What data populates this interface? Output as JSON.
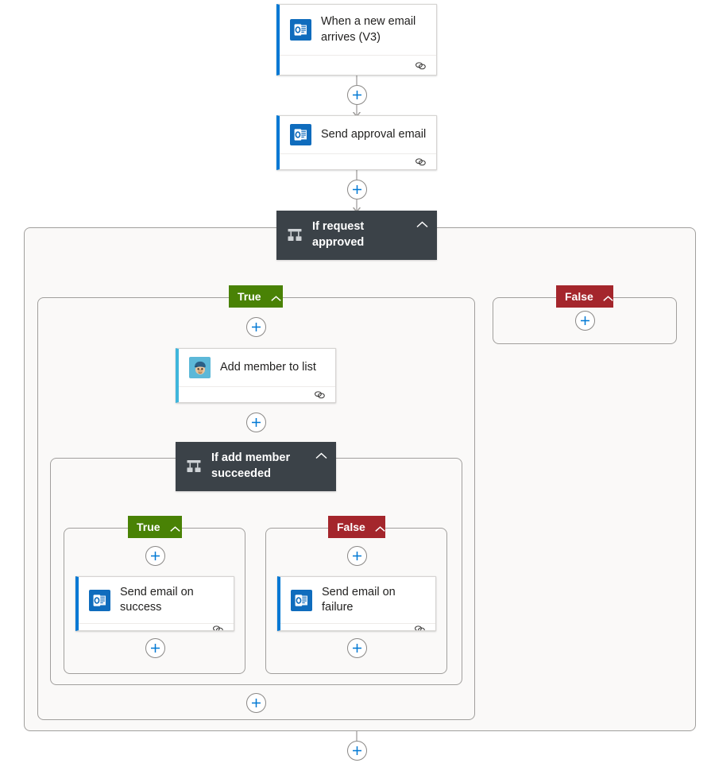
{
  "app": {
    "name": "power-automate-flow-designer",
    "canvas_background": "#ffffff"
  },
  "colors": {
    "accent_blue": "#0078d4",
    "outlook_icon_bg": "#0f6cbd",
    "mailchimp_icon_bg": "#5cb8d8",
    "mailchimp_accent": "#3fb6dc",
    "condition_header_bg": "#3b4248",
    "true_badge_bg": "#498205",
    "false_badge_bg": "#a4262c",
    "scope_bg": "#faf9f8",
    "scope_border": "#a19f9d",
    "wire": "#a19f9d",
    "card_border": "#d6d4d2",
    "text_primary": "#201f1e"
  },
  "flow": {
    "trigger": {
      "title": "When a new email arrives (V3)",
      "icon": "outlook-icon",
      "footer_icon": "copy-link-icon"
    },
    "actions": {
      "send_approval_email": {
        "title": "Send approval email",
        "icon": "outlook-icon",
        "footer_icon": "copy-link-icon"
      },
      "add_member_to_list": {
        "title": "Add member to list",
        "icon": "mailchimp-icon",
        "footer_icon": "copy-link-icon"
      },
      "send_email_on_success": {
        "title": "Send email on success",
        "icon": "outlook-icon",
        "footer_icon": "copy-link-icon"
      },
      "send_email_on_failure": {
        "title": "Send email on failure",
        "icon": "outlook-icon",
        "footer_icon": "copy-link-icon"
      }
    },
    "conditions": {
      "if_request_approved": {
        "title": "If request approved",
        "icon": "condition-branch-icon",
        "collapse_icon": "chevron-up-icon",
        "branches": {
          "true_label": "True",
          "false_label": "False"
        }
      },
      "if_add_member_succeeded": {
        "title": "If add member succeeded",
        "icon": "condition-branch-icon",
        "collapse_icon": "chevron-up-icon",
        "branches": {
          "true_label": "True",
          "false_label": "False"
        }
      }
    },
    "add_buttons": [
      {
        "id": "add-after-trigger",
        "label": "+"
      },
      {
        "id": "add-after-send-approval-email",
        "label": "+"
      },
      {
        "id": "add-in-true-branch-top",
        "label": "+"
      },
      {
        "id": "add-in-false-branch-outer",
        "label": "+"
      },
      {
        "id": "add-after-add-member",
        "label": "+"
      },
      {
        "id": "add-in-nested-true-top",
        "label": "+"
      },
      {
        "id": "add-in-nested-false-top",
        "label": "+"
      },
      {
        "id": "add-in-nested-true-bottom",
        "label": "+"
      },
      {
        "id": "add-in-nested-false-bottom",
        "label": "+"
      },
      {
        "id": "add-in-true-branch-bottom",
        "label": "+"
      },
      {
        "id": "add-after-condition",
        "label": "+"
      }
    ]
  }
}
